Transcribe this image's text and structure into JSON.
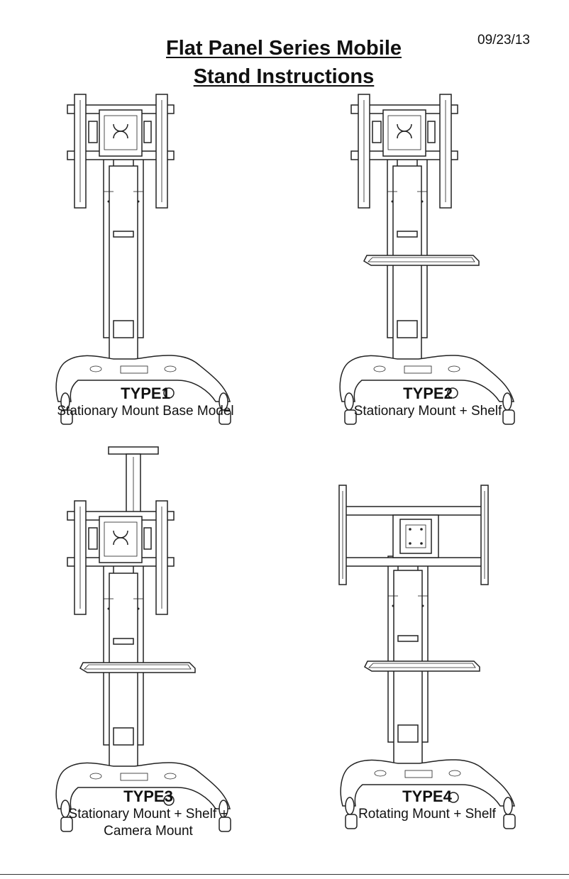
{
  "header": {
    "title_line1": "Flat Panel Series Mobile",
    "title_line2": "Stand Instructions",
    "date": "09/23/13"
  },
  "models": [
    {
      "type": "TYPE1",
      "desc_line1": "Stationary Mount Base Model",
      "desc_line2": ""
    },
    {
      "type": "TYPE2",
      "desc_line1": "Stationary Mount + Shelf",
      "desc_line2": ""
    },
    {
      "type": "TYPE3",
      "desc_line1": "Stationary Mount + Shelf +",
      "desc_line2": "Camera Mount"
    },
    {
      "type": "TYPE4",
      "desc_line1": "Rotating Mount + Shelf",
      "desc_line2": ""
    }
  ]
}
